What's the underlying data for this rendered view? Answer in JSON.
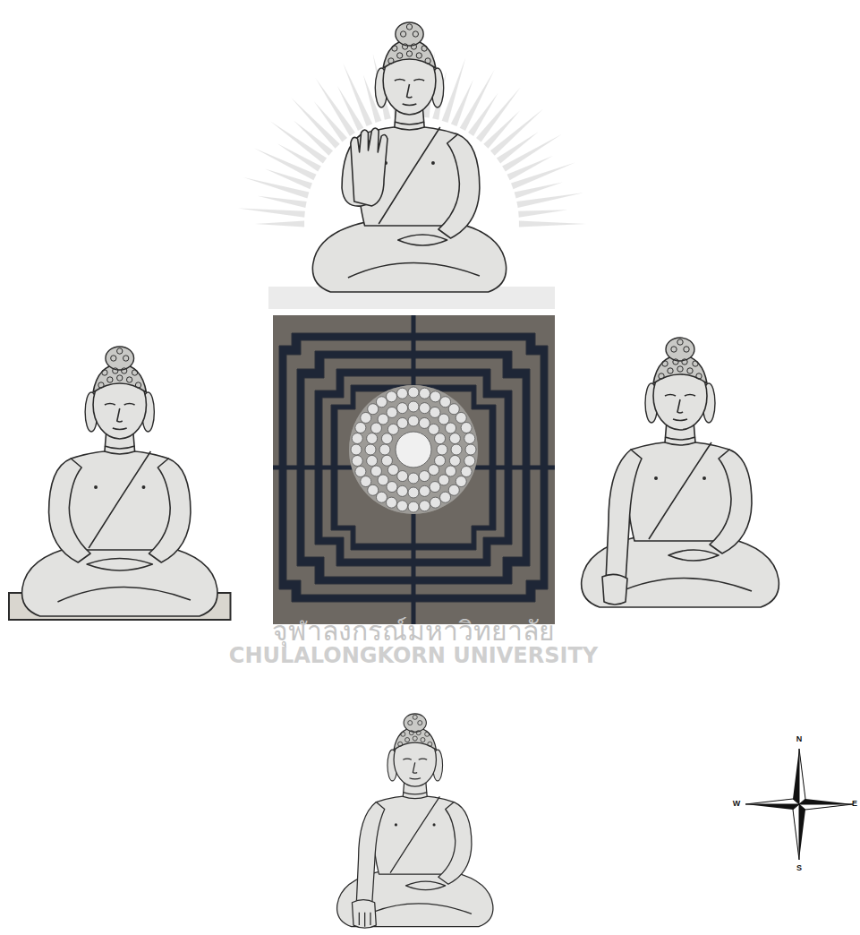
{
  "diagram": {
    "labels": [
      "จุฬาลงกรณ์มหาวิทยาลัย",
      "CHULALONGKORN UNIVERSITY",
      "N",
      "W",
      "E",
      "S"
    ]
  }
}
